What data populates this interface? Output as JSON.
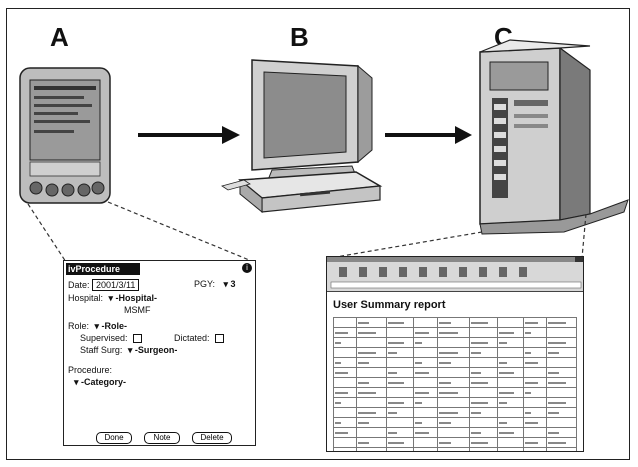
{
  "labels": {
    "a": "A",
    "b": "B",
    "c": "C"
  },
  "pda_form": {
    "title": "ivProcedure",
    "info_icon": "i",
    "date_label": "Date:",
    "date_value": "2001/3/11",
    "pgy_label": "PGY:",
    "pgy_value": "▾ 3",
    "hospital_label": "Hospital:",
    "hospital_value": "▾ -Hospital-",
    "hospital_sub": "MSMF",
    "role_label": "Role:",
    "role_value": "▾ -Role-",
    "supervised_label": "Supervised:",
    "dictated_label": "Dictated:",
    "staff_label": "Staff Surg:",
    "staff_value": "▾ -Surgeon-",
    "procedure_label": "Procedure:",
    "category_value": "▾ -Category-",
    "buttons": [
      "Done",
      "Note",
      "Delete"
    ]
  },
  "report": {
    "title": "User Summary report",
    "subtitle": "",
    "rows": 14,
    "cols": 9
  },
  "colors": {
    "ink": "#111111",
    "screen": "#9a9a9a",
    "paper": "#ffffff"
  },
  "icons": [
    "pda-device-icon",
    "desktop-computer-icon",
    "server-tower-icon",
    "arrow-right-icon"
  ]
}
